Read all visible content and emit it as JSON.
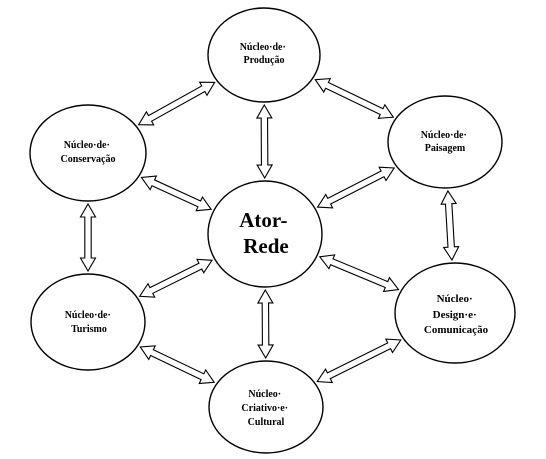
{
  "diagram": {
    "center": {
      "lines": [
        "Ator-",
        "Rede"
      ]
    },
    "nodes": [
      {
        "id": "producao",
        "lines": [
          "Núcleo·de·",
          "Produção"
        ]
      },
      {
        "id": "paisagem",
        "lines": [
          "Núcleo·de·",
          "Paisagem"
        ]
      },
      {
        "id": "design",
        "lines": [
          "Núcleo·",
          "Design·e·",
          "Comunicação"
        ]
      },
      {
        "id": "criativo",
        "lines": [
          "Núcleo·",
          "Criativo·e·",
          "Cultural"
        ]
      },
      {
        "id": "turismo",
        "lines": [
          "Núcleo·de·",
          "Turismo"
        ]
      },
      {
        "id": "conservacao",
        "lines": [
          "Núcleo·de·",
          "Conservação"
        ]
      }
    ],
    "connections": [
      [
        "center",
        "producao"
      ],
      [
        "center",
        "paisagem"
      ],
      [
        "center",
        "design"
      ],
      [
        "center",
        "criativo"
      ],
      [
        "center",
        "turismo"
      ],
      [
        "center",
        "conservacao"
      ],
      [
        "producao",
        "paisagem"
      ],
      [
        "paisagem",
        "design"
      ],
      [
        "design",
        "criativo"
      ],
      [
        "criativo",
        "turismo"
      ],
      [
        "turismo",
        "conservacao"
      ],
      [
        "conservacao",
        "producao"
      ]
    ],
    "colors": {
      "stroke": "#000000",
      "fill": "#ffffff"
    }
  }
}
